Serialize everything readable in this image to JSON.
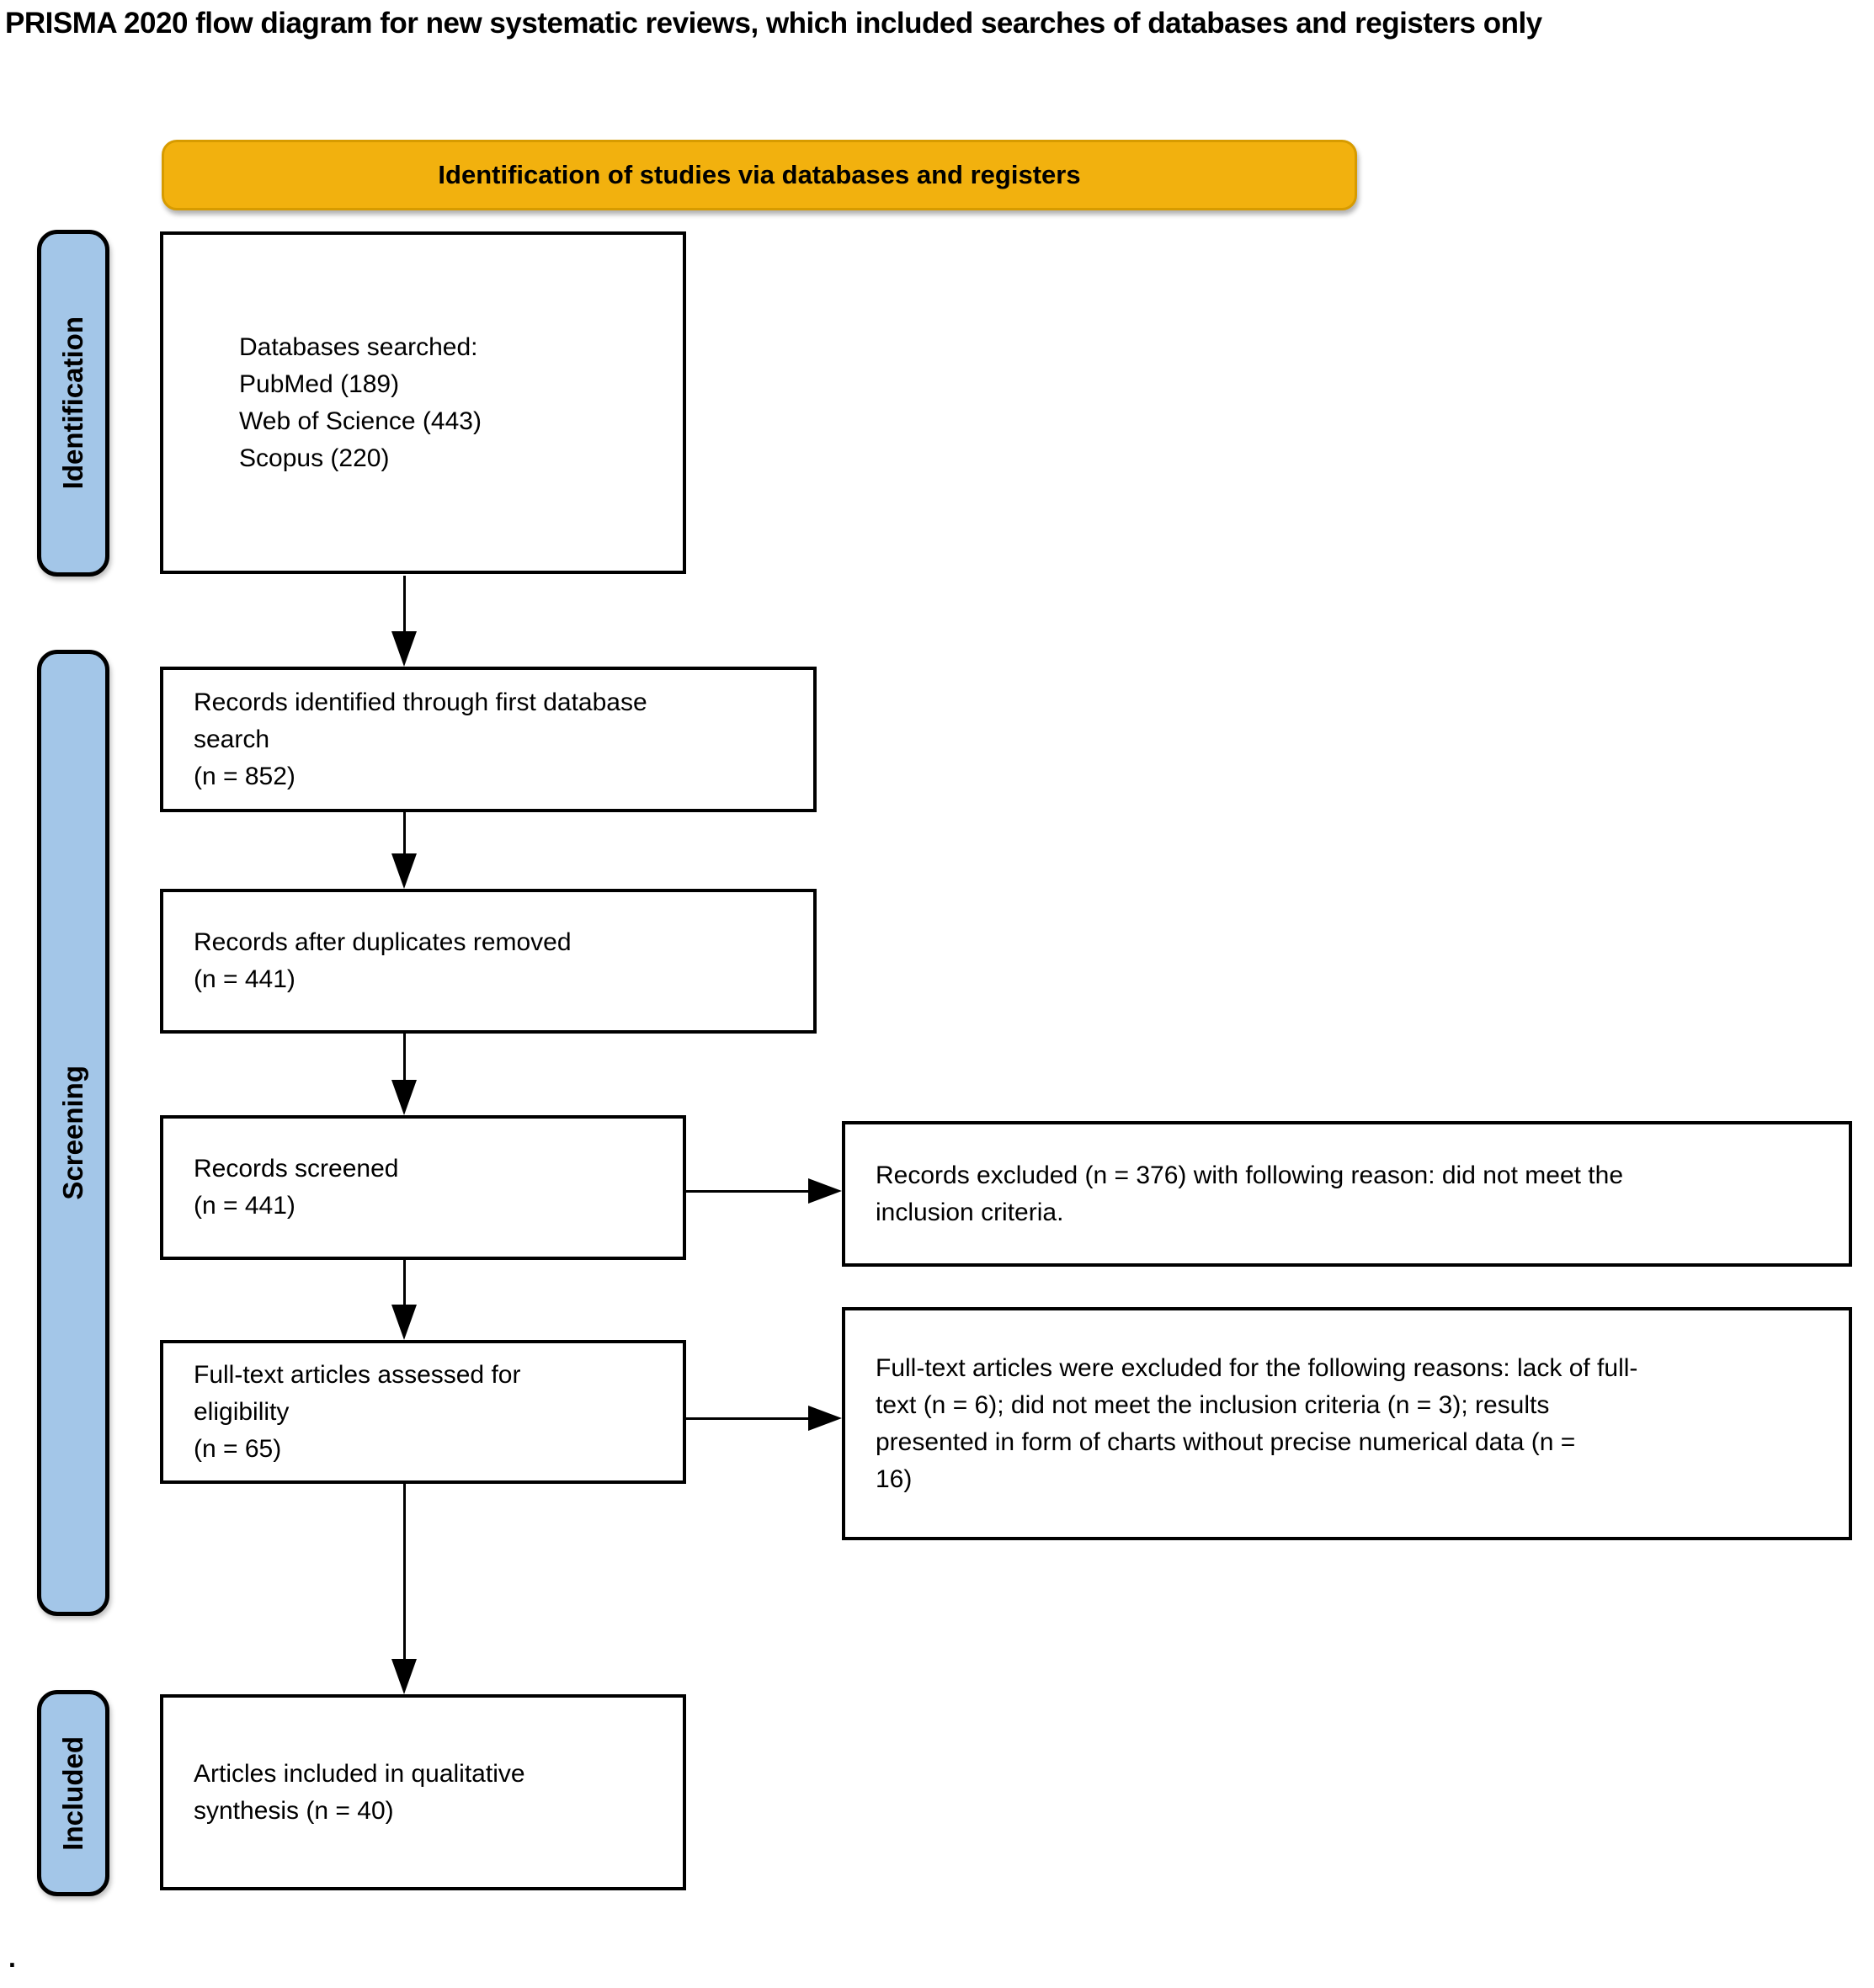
{
  "title": "PRISMA 2020 flow diagram for new systematic reviews, which included searches of databases and registers only",
  "header": {
    "label": "Identification of studies via databases and registers"
  },
  "stages": {
    "identification": "Identification",
    "screening": "Screening",
    "included": "Included"
  },
  "boxes": {
    "databases": "Databases searched:\nPubMed (189)\nWeb of Science (443)\nScopus (220)",
    "records_identified": "Records identified through first database\nsearch\n(n = 852)",
    "duplicates_removed": "Records after duplicates removed\n(n = 441)",
    "records_screened": "Records screened\n(n = 441)",
    "fulltext_assessed": "Full-text articles assessed for\neligibility\n(n = 65)",
    "records_excluded": "Records excluded (n = 376) with following reason: did not meet the\ninclusion criteria.",
    "fulltext_excluded": "Full-text articles were excluded for the following reasons: lack of full-\ntext (n = 6); did not meet the inclusion criteria (n = 3); results\npresented in form of charts without precise numerical data (n =\n16)",
    "included_articles": "Articles included in qualitative\nsynthesis (n = 40)"
  },
  "footer_period": ".",
  "colors": {
    "banner_fill": "#F2B10E",
    "banner_border": "#D79B00",
    "stage_fill": "#A3C6E8",
    "box_border": "#000000",
    "arrow": "#000000"
  }
}
